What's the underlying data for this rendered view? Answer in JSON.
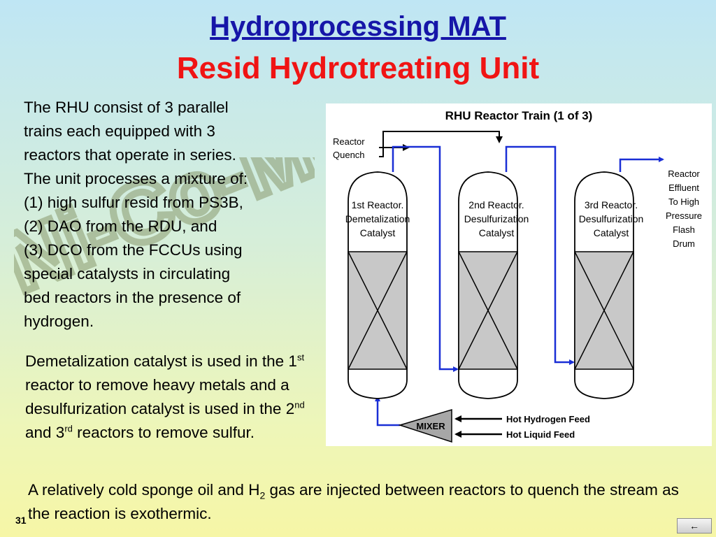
{
  "slide": {
    "title": "Hydroprocessing MAT",
    "subtitle": "Resid Hydrotreating Unit",
    "paragraph1": "The RHU consist of 3 parallel\ntrains each equipped with 3\nreactors that operate in series.\nThe unit processes a mixture of:\n(1) high sulfur resid from PS3B,\n(2) DAO from the RDU, and\n(3) DCO from the FCCUs using\nspecial catalysts in circulating\nbed reactors in the presence of\nhydrogen.",
    "paragraph2": {
      "a": "Demetalization catalyst is used in the 1",
      "sup1": "st",
      "b": " reactor to remove heavy metals and a desulfurization catalyst is used in the 2",
      "sup2": "nd",
      "c": " and 3",
      "sup3": "rd",
      "d": " reactors to remove sulfur."
    },
    "paragraph3": {
      "a": "A relatively cold sponge oil and H",
      "sub": "2",
      "b": " gas are injected between reactors to quench the stream as the reaction is exothermic."
    },
    "page_number": "31",
    "back_icon": "←",
    "watermark": "Ni-Co-Mo"
  },
  "diagram": {
    "title": "RHU Reactor Train (1 of 3)",
    "quench_label": [
      "Reactor",
      "Quench"
    ],
    "effluent_label": [
      "Reactor",
      "Effluent",
      "To High",
      "Pressure",
      "Flash",
      "Drum"
    ],
    "reactors": [
      {
        "line1": "1st Reactor.",
        "line2": "Demetalization",
        "line3": "Catalyst"
      },
      {
        "line1": "2nd Reactor.",
        "line2": "Desulfurization",
        "line3": "Catalyst"
      },
      {
        "line1": "3rd Reactor.",
        "line2": "Desulfurization",
        "line3": "Catalyst"
      }
    ],
    "mixer_label": "MIXER",
    "feed_labels": [
      "Hot Hydrogen Feed",
      "Hot Liquid Feed"
    ],
    "colors": {
      "flow": "#1a2fd6",
      "bed": "#c8c8c8",
      "mixer": "#a7a7a7"
    }
  }
}
